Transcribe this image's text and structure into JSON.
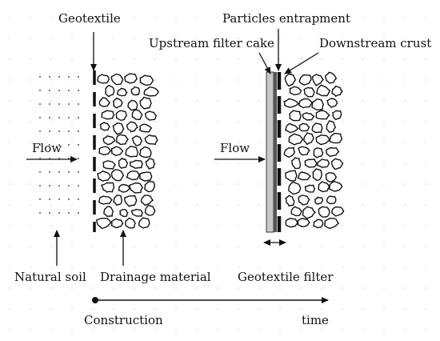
{
  "labels": {
    "geotextile": "Geotextile",
    "particles_entrapment": "Particles entrapment",
    "upstream_filter_cake": "Upstream filter cake",
    "downstream_crust": "Downstream crust",
    "flow_left": "Flow",
    "flow_right": "Flow",
    "natural_soil": "Natural soil",
    "drainage_material": "Drainage material",
    "geotextile_filter": "Geotextile filter",
    "construction": "Construction",
    "time": "time"
  },
  "colors": {
    "ink": "#111111",
    "filter_cake": "#c8c8c8",
    "dark_layer": "#555555",
    "dots": "#666666"
  }
}
